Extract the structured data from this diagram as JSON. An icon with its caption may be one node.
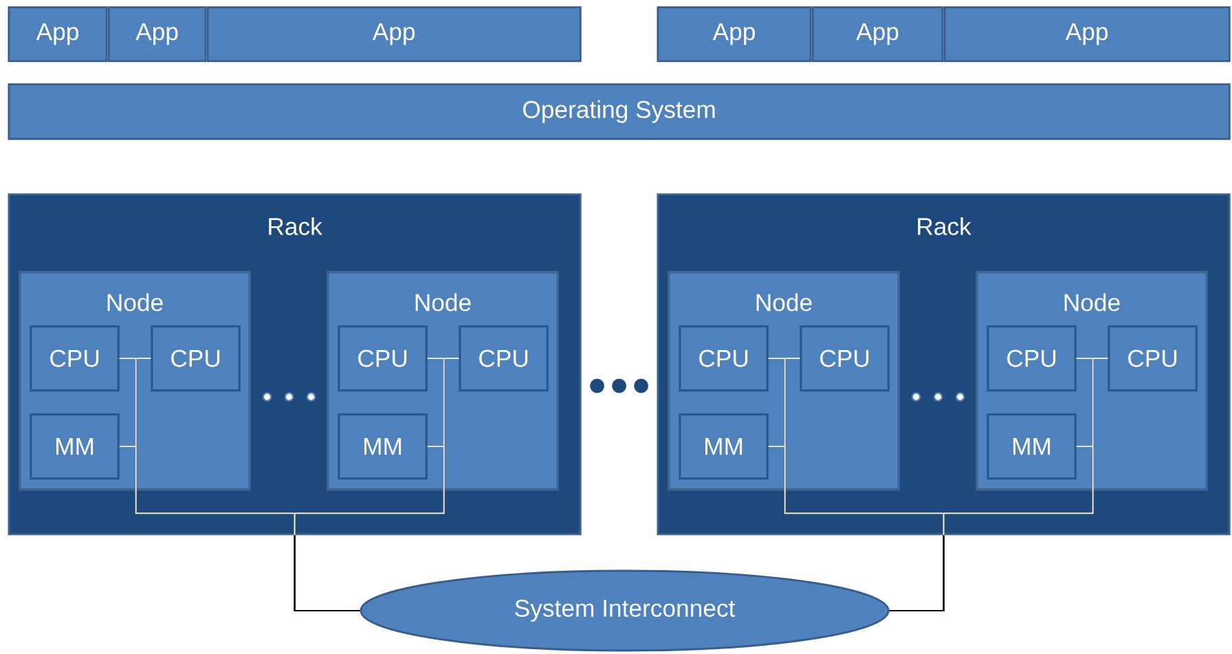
{
  "diagram": {
    "nodes": [
      {
        "text": [
          "App"
        ]
      },
      {
        "text": [
          "App"
        ]
      },
      {
        "text": [
          "App"
        ]
      },
      {
        "text": [
          "App"
        ]
      },
      {
        "text": [
          "App"
        ]
      },
      {
        "text": [
          "App"
        ]
      },
      {
        "text": [
          "Operating System"
        ]
      },
      {
        "text": [
          "Rack"
        ]
      },
      {
        "text": [
          "Node"
        ],
        "in": 7
      },
      {
        "text": [
          "CPU"
        ],
        "in": 8
      },
      {
        "text": [
          "CPU"
        ],
        "in": 8
      },
      {
        "text": [
          "MM"
        ],
        "in": 8
      },
      {
        "text": [
          "Node"
        ],
        "in": 7
      },
      {
        "text": [
          "CPU"
        ],
        "in": 12
      },
      {
        "text": [
          "CPU"
        ],
        "in": 12
      },
      {
        "text": [
          "MM"
        ],
        "in": 12
      },
      {
        "text": [
          "Rack"
        ]
      },
      {
        "text": [
          "Node"
        ],
        "in": 16
      },
      {
        "text": [
          "CPU"
        ],
        "in": 17
      },
      {
        "text": [
          "CPU"
        ],
        "in": 17
      },
      {
        "text": [
          "MM"
        ],
        "in": 17
      },
      {
        "text": [
          "Node"
        ],
        "in": 16
      },
      {
        "text": [
          "CPU"
        ],
        "in": 21
      },
      {
        "text": [
          "CPU"
        ],
        "in": 21
      },
      {
        "text": [
          "MM"
        ],
        "in": 21
      },
      {
        "text": [
          "System Interconnect"
        ]
      }
    ],
    "edges": [
      {
        "from": 9,
        "to": 10,
        "arrow": "none",
        "color": "#ffffff"
      },
      {
        "from": 9,
        "to": 25,
        "arrow": "none"
      },
      {
        "from": 11,
        "to": 25,
        "arrow": "none"
      },
      {
        "from": 13,
        "to": 14,
        "arrow": "none",
        "color": "#ffffff"
      },
      {
        "from": 13,
        "to": 25,
        "arrow": "none"
      },
      {
        "from": 15,
        "to": 25,
        "arrow": "none"
      },
      {
        "from": 18,
        "to": 19,
        "arrow": "none",
        "color": "#ffffff"
      },
      {
        "from": 18,
        "to": 25,
        "arrow": "none"
      },
      {
        "from": 20,
        "to": 25,
        "arrow": "none"
      },
      {
        "from": 22,
        "to": 23,
        "arrow": "none",
        "color": "#ffffff"
      },
      {
        "from": 22,
        "to": 25,
        "arrow": "none"
      },
      {
        "from": 24,
        "to": 25,
        "arrow": "none"
      }
    ]
  }
}
